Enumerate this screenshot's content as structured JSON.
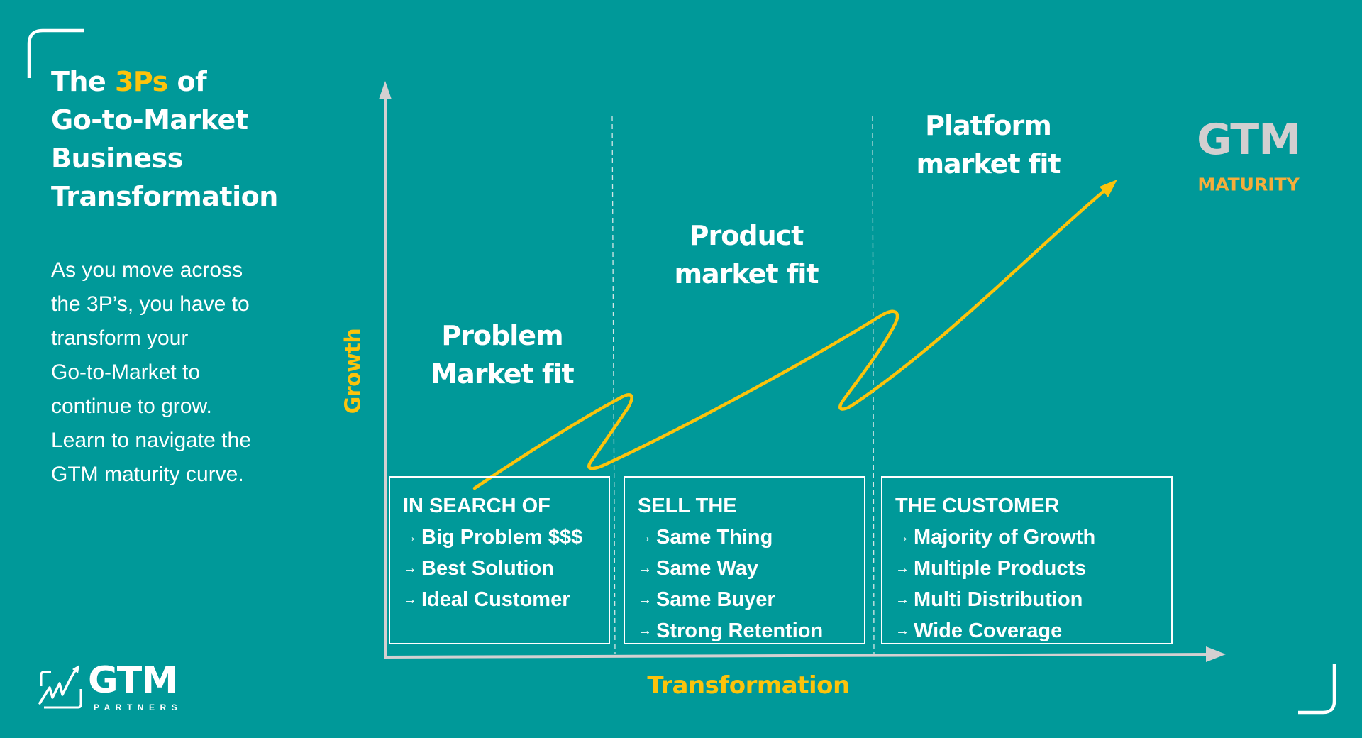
{
  "header": {
    "title_prefix": "The ",
    "title_accent": "3Ps",
    "title_suffix": " of",
    "title_line2": "Go-to-Market",
    "title_line3": "Business",
    "title_line4": "Transformation"
  },
  "description": {
    "lines": [
      "As you move across",
      "the 3P’s, you have to",
      "transform your",
      "Go-to-Market to",
      "continue to grow.",
      "Learn to navigate the",
      "GTM maturity curve."
    ]
  },
  "axes": {
    "y_label": "Growth",
    "x_label": "Transformation"
  },
  "stages": [
    {
      "heading_line1": "Problem",
      "heading_line2": "Market fit",
      "box_heading": "IN SEARCH OF",
      "items": [
        "Big Problem $$$",
        "Best Solution",
        "Ideal Customer"
      ]
    },
    {
      "heading_line1": "Product",
      "heading_line2": "market fit",
      "box_heading": "SELL THE",
      "items": [
        "Same Thing",
        "Same Way",
        "Same Buyer",
        "Strong Retention"
      ]
    },
    {
      "heading_line1": "Platform",
      "heading_line2": "market fit",
      "box_heading": "THE CUSTOMER",
      "items": [
        "Majority of Growth",
        "Multiple Products",
        "Multi Distribution",
        "Wide Coverage"
      ]
    }
  ],
  "maturity": {
    "line1": "GTM",
    "line2": "MATURITY"
  },
  "logo": {
    "word": "GTM",
    "sub": "PARTNERS",
    "icon": "chart-arrow-icon"
  },
  "icons": {
    "bullet": "→"
  },
  "colors": {
    "background": "#009999",
    "accent_yellow": "#fcc30b",
    "maturity_orange": "#f6ad3b",
    "axis_grey": "#d4d0d1",
    "text_white": "#ffffff"
  }
}
